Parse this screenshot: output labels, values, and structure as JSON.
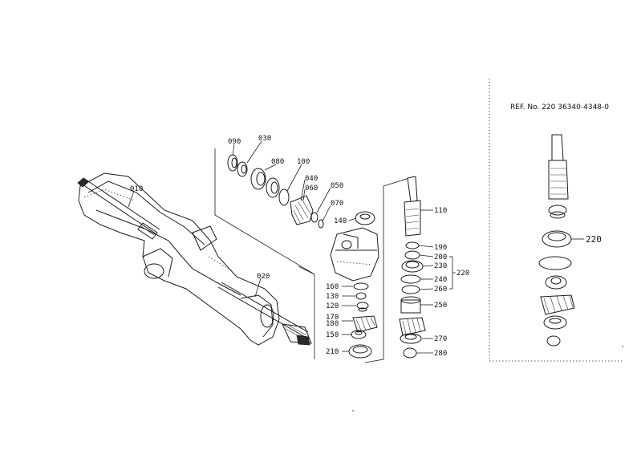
{
  "reference": {
    "title": "REF. No. 220  36340-4348-0",
    "callout": "220"
  },
  "labels": {
    "p010": "010",
    "p020": "020",
    "p030": "030",
    "p040": "040",
    "p050": "050",
    "p060": "060",
    "p070": "070",
    "p080": "080",
    "p090": "090",
    "p100": "100",
    "p110": "110",
    "p120": "120",
    "p130": "130",
    "p140": "140",
    "p150": "150",
    "p160": "160",
    "p170": "170",
    "p180": "180",
    "p190": "190",
    "p200": "200",
    "p210": "210",
    "p220": "220",
    "p230": "230",
    "p240": "240",
    "p250": "250",
    "p260": "260",
    "p270": "270",
    "p280": "280"
  }
}
